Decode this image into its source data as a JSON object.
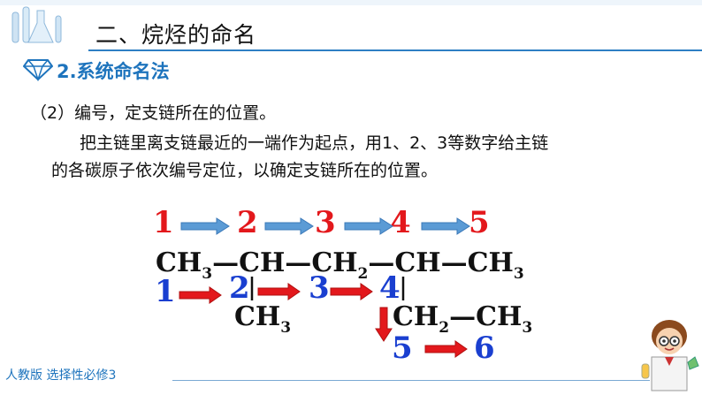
{
  "header": {
    "title": "二、烷烃的命名",
    "subtitle": "2.系统命名法",
    "logo_icon": "lab-glassware-icon",
    "bullet_icon": "diamond-icon"
  },
  "content": {
    "line1": "（2）编号，定支链所在的位置。",
    "line2": "把主链里离支链最近的一端作为起点，用1、2、3等数字给主链",
    "line3": "的各碳原子依次编号定位，以确定支链所在的位置。"
  },
  "diagram": {
    "top_numbers": [
      "1",
      "2",
      "3",
      "4",
      "5"
    ],
    "main_chain": {
      "ch3a": "CH",
      "s3a": "3",
      "d1": "—CH—",
      "ch2": "CH",
      "s2": "2",
      "d2": "—CH—",
      "ch3b": "CH",
      "s3b": "3"
    },
    "bottom_numbers": [
      "1",
      "2",
      "3",
      "4"
    ],
    "branch_left": {
      "text": "CH",
      "sub": "3"
    },
    "branch_right": {
      "text1": "CH",
      "sub1": "2",
      "text2": "—CH",
      "sub2": "3"
    },
    "branch_numbers": [
      "5",
      "6"
    ],
    "colors": {
      "red": "#e3181c",
      "blue": "#1a3fd0",
      "arrow_blue": "#5b9bd5",
      "arrow_red": "#e3181c"
    }
  },
  "footer": {
    "text": "人教版 选择性必修3",
    "mascot_icon": "scientist-kid-icon"
  }
}
